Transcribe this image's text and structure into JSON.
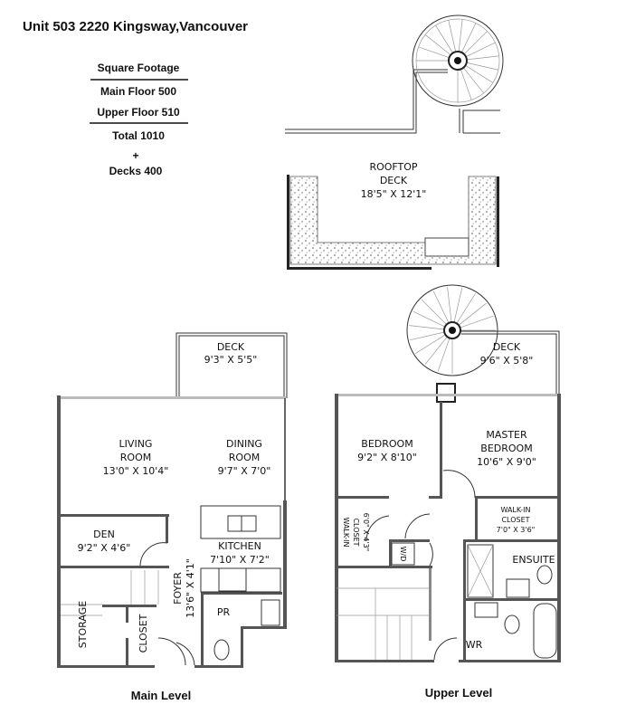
{
  "title": "Unit 503 2220 Kingsway,Vancouver",
  "square_footage": {
    "heading": "Square Footage",
    "main_floor": "Main Floor 500",
    "upper_floor": "Upper Floor 510",
    "total": "Total 1010",
    "plus": "+",
    "decks": "Decks 400"
  },
  "rooftop": {
    "name_line1": "ROOFTOP",
    "name_line2": "DECK",
    "dims": "18'5\" X 12'1\""
  },
  "main_level": {
    "caption": "Main Level",
    "deck": {
      "name": "DECK",
      "dims": "9'3\" X 5'5\""
    },
    "living": {
      "line1": "LIVING",
      "line2": "ROOM",
      "dims": "13'0\" X 10'4\""
    },
    "dining": {
      "line1": "DINING",
      "line2": "ROOM",
      "dims": "9'7\" X 7'0\""
    },
    "den": {
      "name": "DEN",
      "dims": "9'2\" X 4'6\""
    },
    "kitchen": {
      "name": "KITCHEN",
      "dims": "7'10\" X 7'2\""
    },
    "foyer": {
      "name": "FOYER",
      "dims": "13'6\" X 4'1\""
    },
    "powder_room": "PR",
    "storage": "STORAGE",
    "closet": "CLOSET"
  },
  "upper_level": {
    "caption": "Upper Level",
    "deck": {
      "name": "DECK",
      "dims": "9'6\" X 5'8\""
    },
    "bedroom": {
      "name": "BEDROOM",
      "dims": "9'2\" X 8'10\""
    },
    "master": {
      "line1": "MASTER",
      "line2": "BEDROOM",
      "dims": "10'6\" X 9'0\""
    },
    "walkin_master": {
      "line1": "WALK-IN",
      "line2": "CLOSET",
      "dims": "7'0\" X 3'6\""
    },
    "walkin_bedroom": {
      "line1": "WALK-IN",
      "line2": "CLOSET",
      "dims": "6'0\" X 4'3\""
    },
    "ensuite": "ENSUITE",
    "washer_dryer": "W/D",
    "washroom": "WR"
  }
}
